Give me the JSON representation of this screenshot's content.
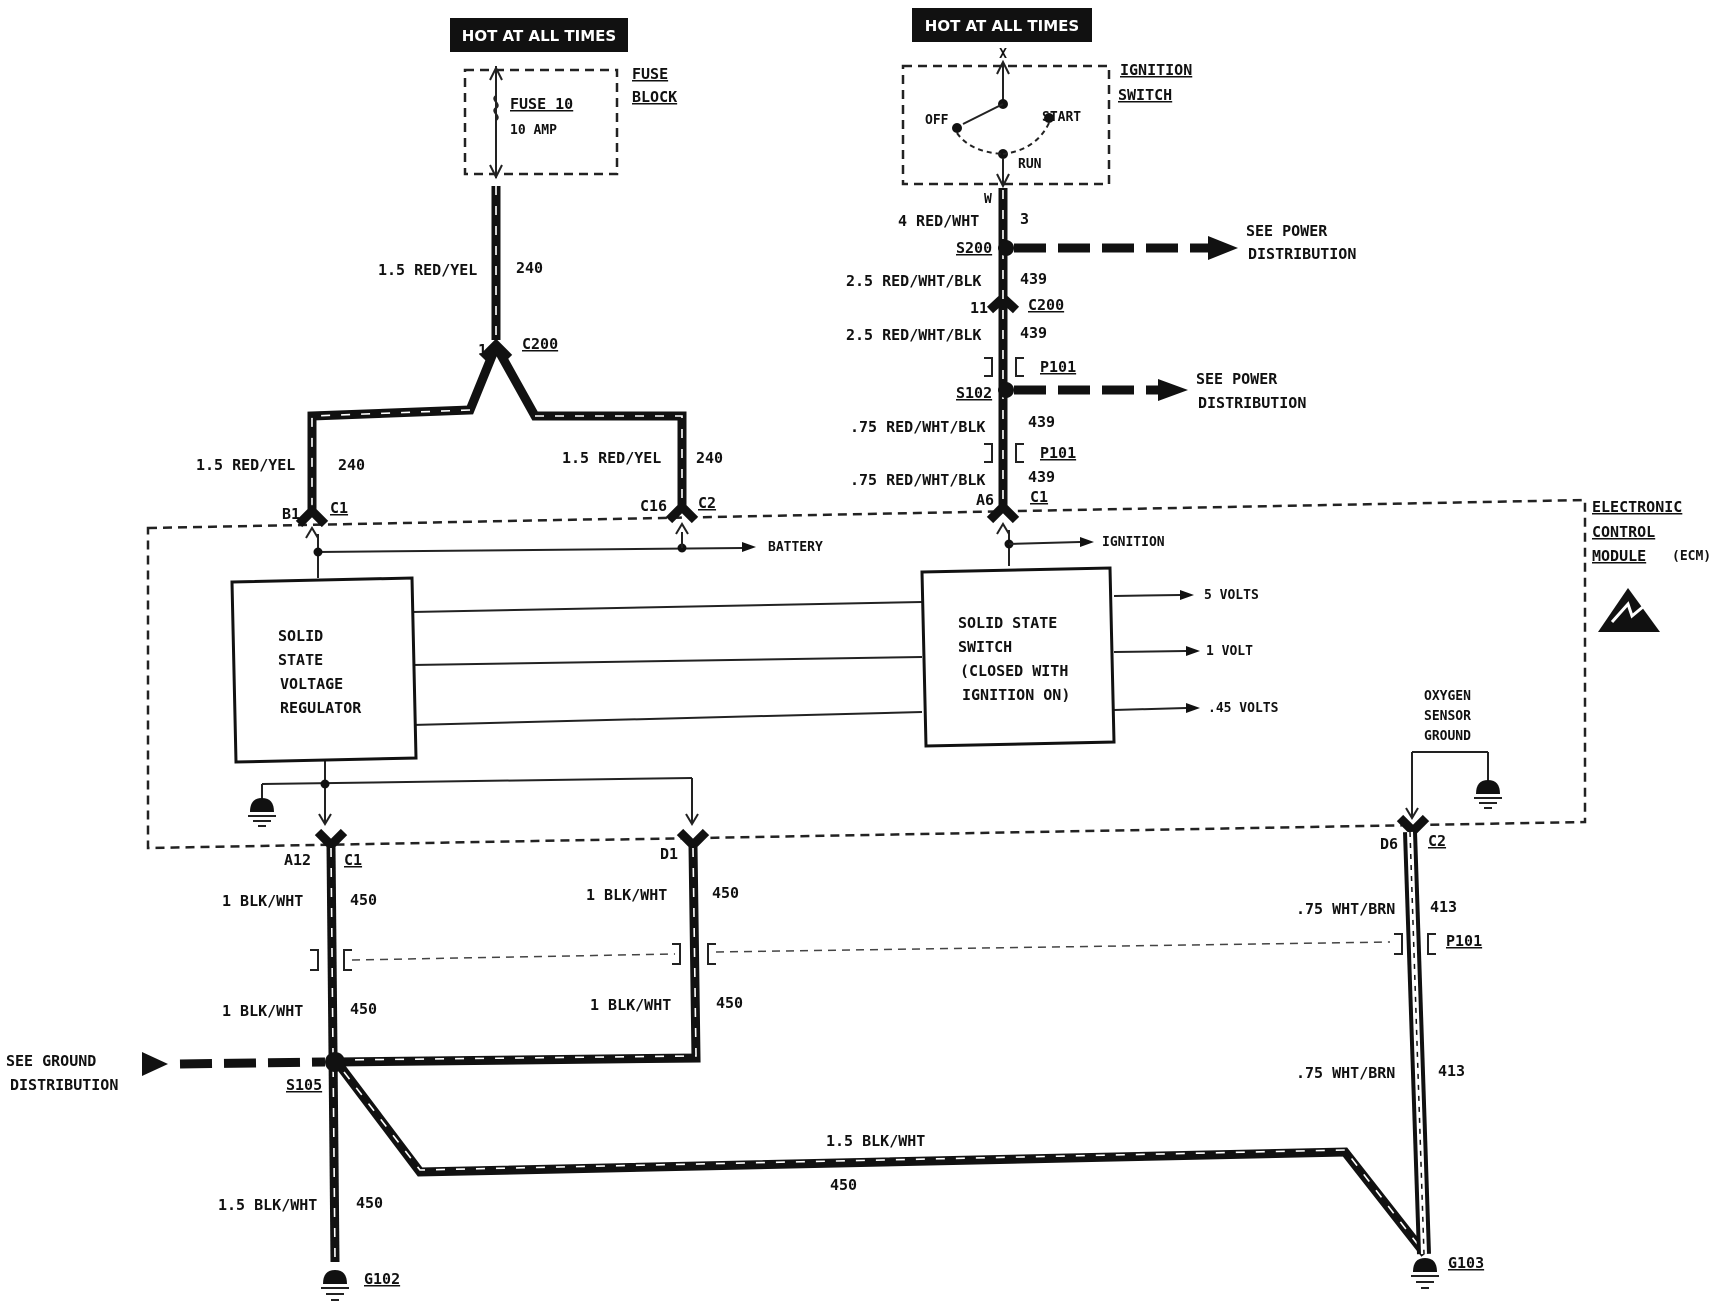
{
  "headers": {
    "left": "HOT AT ALL TIMES",
    "right": "HOT AT ALL TIMES"
  },
  "fuse_block": {
    "label_line1": "FUSE",
    "label_line2": "BLOCK",
    "fuse_name": "FUSE 10",
    "fuse_rating": "10 AMP"
  },
  "ignition_switch": {
    "label_line1": "IGNITION",
    "label_line2": "SWITCH",
    "pos_off": "OFF",
    "pos_start": "START",
    "pos_run": "RUN",
    "term_x": "X",
    "term_w": "W"
  },
  "ecm": {
    "label_line1": "ELECTRONIC",
    "label_line2": "CONTROL",
    "label_line3": "MODULE",
    "label_suffix": "(ECM)"
  },
  "regulator": {
    "line1": "SOLID",
    "line2": "STATE",
    "line3": "VOLTAGE",
    "line4": "REGULATOR"
  },
  "solid_state_switch": {
    "line1": "SOLID STATE",
    "line2": "SWITCH",
    "line3": "(CLOSED WITH",
    "line4": "IGNITION ON)"
  },
  "internal_labels": {
    "battery": "BATTERY",
    "ignition": "IGNITION",
    "out1": "5 VOLTS",
    "out2": "1 VOLT",
    "out3": ".45 VOLTS",
    "o2_line1": "OXYGEN",
    "o2_line2": "SENSOR",
    "o2_line3": "GROUND"
  },
  "see_labels": {
    "power1_line1": "SEE POWER",
    "power1_line2": "DISTRIBUTION",
    "power2_line1": "SEE POWER",
    "power2_line2": "DISTRIBUTION",
    "ground_line1": "SEE GROUND",
    "ground_line2": "DISTRIBUTION"
  },
  "wires": {
    "fuse_out_name": "1.5 RED/YEL",
    "fuse_out_num": "240",
    "left_branch_name": "1.5 RED/YEL",
    "left_branch_num": "240",
    "mid_branch_name": "1.5 RED/YEL",
    "mid_branch_num": "240",
    "ign_out_name": "4 RED/WHT",
    "ign_out_num": "3",
    "s200_out_name": "2.5 RED/WHT/BLK",
    "s200_out_num": "439",
    "c200_out_name": "2.5 RED/WHT/BLK",
    "c200_out_num": "439",
    "s102_out_name": ".75 RED/WHT/BLK",
    "s102_out_num": "439",
    "p101_out_name": ".75 RED/WHT/BLK",
    "p101_out_num": "439",
    "a12_top_name": "1 BLK/WHT",
    "a12_top_num": "450",
    "a12_bot_name": "1 BLK/WHT",
    "a12_bot_num": "450",
    "d1_top_name": "1 BLK/WHT",
    "d1_top_num": "450",
    "d1_bot_name": "1 BLK/WHT",
    "d1_bot_num": "450",
    "d6_top_name": ".75 WHT/BRN",
    "d6_top_num": "413",
    "d6_bot_name": ".75 WHT/BRN",
    "d6_bot_num": "413",
    "g102_name": "1.5 BLK/WHT",
    "g102_num": "450",
    "g103_name": "1.5 BLK/WHT",
    "g103_num": "450"
  },
  "connectors": {
    "c200_left_pin": "1",
    "c200_left_name": "C200",
    "c200_right_pin": "11",
    "c200_right_name": "C200",
    "p101_a": "P101",
    "p101_b": "P101",
    "p101_c": "P101",
    "b1_pin": "B1",
    "b1_name": "C1",
    "c16_pin": "C16",
    "c16_name": "C2",
    "a6_pin": "A6",
    "a6_name": "C1",
    "a12_pin": "A12",
    "a12_name": "C1",
    "d1_pin": "D1",
    "d6_pin": "D6",
    "d6_name": "C2"
  },
  "splices": {
    "s200": "S200",
    "s102": "S102",
    "s105": "S105"
  },
  "grounds": {
    "g102": "G102",
    "g103": "G103"
  }
}
